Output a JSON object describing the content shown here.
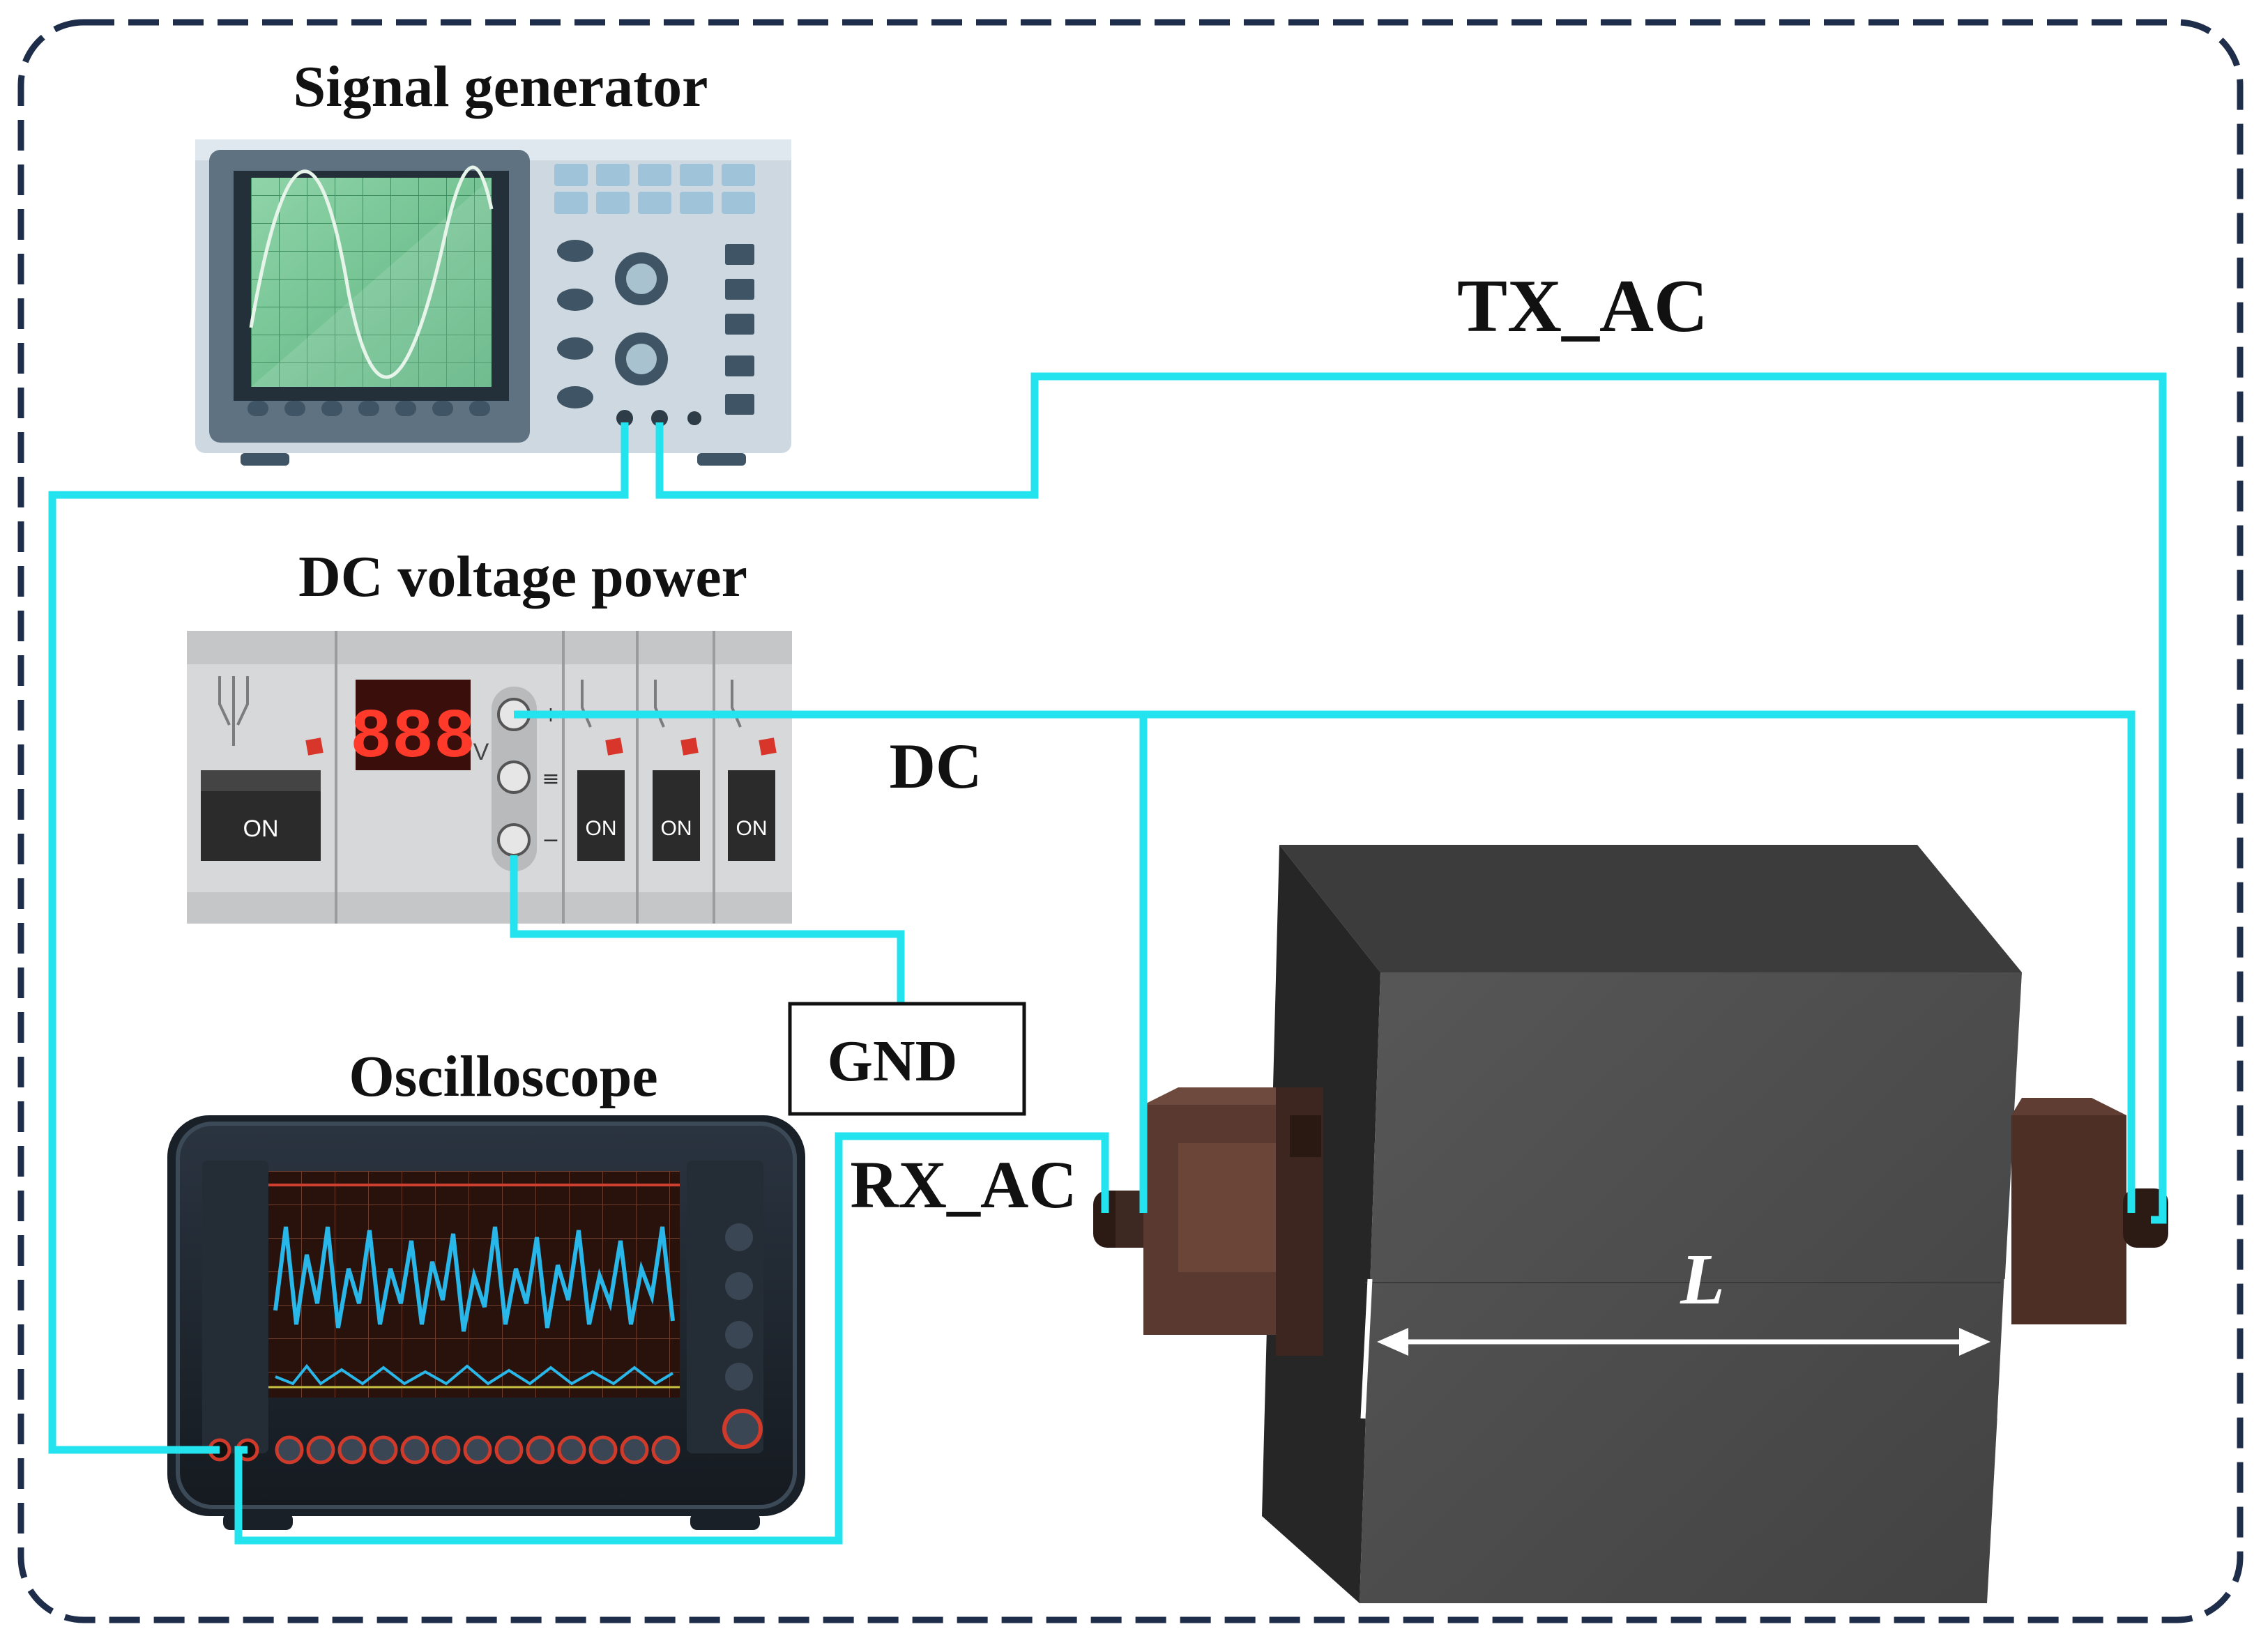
{
  "labels": {
    "signal_generator": "Signal generator",
    "dc_power": "DC voltage power",
    "oscilloscope": "Oscilloscope",
    "tx_ac": "TX_AC",
    "dc": "DC",
    "gnd": "GND",
    "rx_ac": "RX_AC",
    "length": "L"
  },
  "dc_power": {
    "display": "888",
    "unit": "V",
    "main_switch": "ON",
    "breaker_1": "ON",
    "breaker_2": "ON",
    "breaker_3": "ON",
    "terminal_plus": "+",
    "terminal_eq": "≡",
    "terminal_minus": "−"
  },
  "colors": {
    "wire": "#22e3ee",
    "border": "#1e2d4a",
    "block_front": "#4e4e4e",
    "block_side": "#262626",
    "block_top": "#3c3c3c",
    "transducer": "#5a3a30",
    "scope_trace": "#29b6e8"
  },
  "icons": {
    "signal_generator": "signal-generator-icon",
    "dc_power": "dc-power-supply-icon",
    "oscilloscope": "oscilloscope-icon",
    "sample_block": "sample-block-icon",
    "transducer": "transducer-icon"
  }
}
